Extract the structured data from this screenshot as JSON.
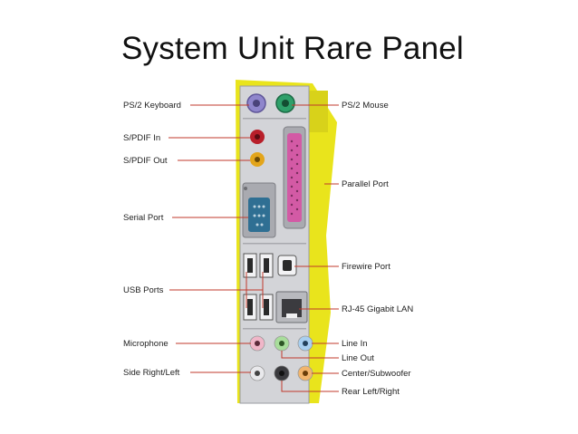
{
  "title": "System Unit Rare Panel",
  "left_labels": [
    "PS/2 Keyboard",
    "S/PDIF In",
    "S/PDIF Out",
    "Serial Port",
    "USB Ports",
    "Microphone",
    "Side Right/Left"
  ],
  "right_labels": [
    "PS/2 Mouse",
    "Parallel Port",
    "Firewire Port",
    "RJ-45 Gigabit LAN",
    "Line In",
    "Line Out",
    "Center/Subwoofer",
    "Rear Left/Right"
  ],
  "colors": {
    "board": "#e9e41c",
    "leader": "#c0392b",
    "metal": "#cfd0d4",
    "ps2_keyboard": "#8f86cc",
    "ps2_mouse": "#2ea06a",
    "parallel": "#d35aa5",
    "serial": "#2f6f93",
    "spdif_in": "#b81f2a",
    "spdif_out": "#e3a51b"
  }
}
